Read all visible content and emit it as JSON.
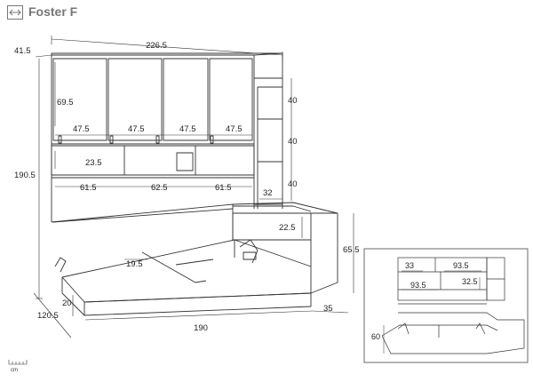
{
  "header": {
    "title": "Foster F"
  },
  "scale": {
    "unit": "cm"
  },
  "dimensions": {
    "total_width": "226.5",
    "top_depth": "41.5",
    "cabinet_height": "69.5",
    "door_width_1": "47.5",
    "door_width_2": "47.5",
    "door_width_3": "47.5",
    "door_width_4": "47.5",
    "niche_height": "23.5",
    "niche_width_1": "61.5",
    "niche_width_2": "62.5",
    "niche_width_3": "61.5",
    "total_height": "190.5",
    "shelf_height_1": "40",
    "shelf_height_2": "40",
    "shelf_height_3": "40",
    "shelf_width": "32",
    "drawer_height": "22.5",
    "side_height": "65.5",
    "bed_inner_height": "19.5",
    "bed_depth": "120.5",
    "frame_height": "20",
    "bed_length": "190",
    "side_depth": "35"
  },
  "inset_dimensions": {
    "shelf_a": "33",
    "shelf_b": "93.5",
    "shelf_c": "93.5",
    "shelf_d": "32.5",
    "lift_height": "60"
  }
}
